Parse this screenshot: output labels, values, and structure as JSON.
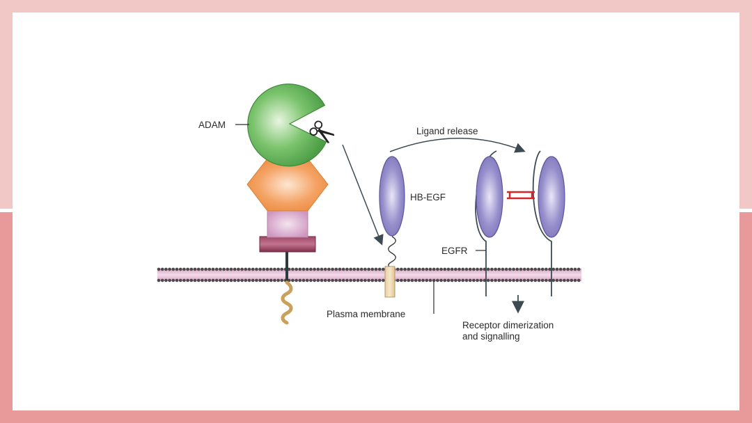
{
  "labels": {
    "adam": "ADAM",
    "ligand_release": "Ligand release",
    "hb_egf": "HB-EGF",
    "egfr": "EGFR",
    "plasma_membrane": "Plasma membrane",
    "receptor_line1": "Receptor dimerization",
    "receptor_line2": "and signalling"
  },
  "colors": {
    "background_top": "#f2c8c6",
    "background_bottom": "#e8999a",
    "adam_green": "#5fb05a",
    "hexagon_orange": "#f29b55",
    "square_pink": "#d9a8cc",
    "base_maroon": "#8e3a55",
    "ellipse_purple": "#8c84c4",
    "membrane_pink": "#e3b4d2",
    "dimer_link_red": "#d8232a"
  },
  "icons": {
    "scissors": "scissors-icon"
  }
}
